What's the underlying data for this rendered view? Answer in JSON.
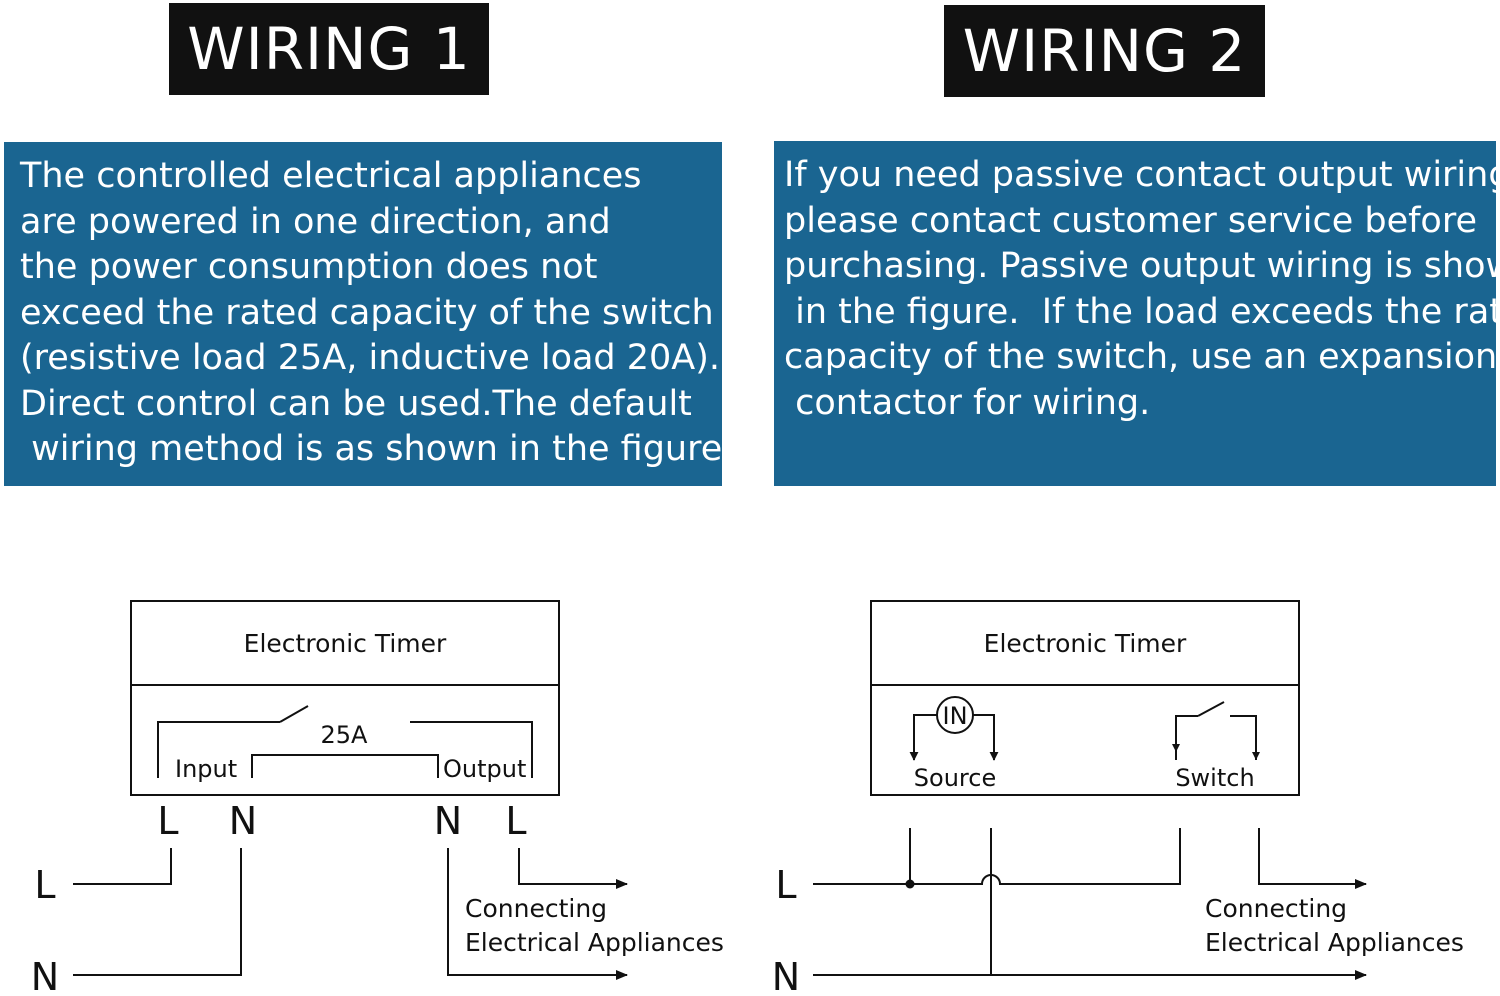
{
  "wiring1": {
    "title": "WIRING 1",
    "description_lines": [
      "The controlled electrical appliances",
      "are powered in one direction, and",
      "the power consumption does not",
      "exceed the rated capacity of the switch",
      "(resistive load 25A, inductive load 20A).",
      "Direct control can be used.The default",
      " wiring method is as shown in the figure."
    ],
    "diagram": {
      "timer_label": "Electronic Timer",
      "rating_label": "25A",
      "input_label": "Input",
      "output_label": "Output",
      "terminal_labels": [
        "L",
        "N",
        "N",
        "L"
      ],
      "line_label": "L",
      "neutral_label": "N",
      "load_label_line1": "Connecting",
      "load_label_line2": "Electrical Appliances"
    }
  },
  "wiring2": {
    "title": "WIRING 2",
    "description_lines": [
      "If you need passive contact output wiring,",
      "please contact customer service before",
      "purchasing. Passive output wiring is shown",
      " in the figure.  If the load exceeds the rated",
      "capacity of the switch, use an expansion",
      " contactor for wiring."
    ],
    "diagram": {
      "timer_label": "Electronic Timer",
      "in_label": "IN",
      "source_label": "Source",
      "switch_label": "Switch",
      "line_label": "L",
      "neutral_label": "N",
      "load_label_line1": "Connecting",
      "load_label_line2": "Electrical Appliances"
    }
  },
  "colors": {
    "title_background": "#111111",
    "description_background": "#1a6591",
    "description_text": "#ffffff",
    "line_color": "#111111"
  }
}
